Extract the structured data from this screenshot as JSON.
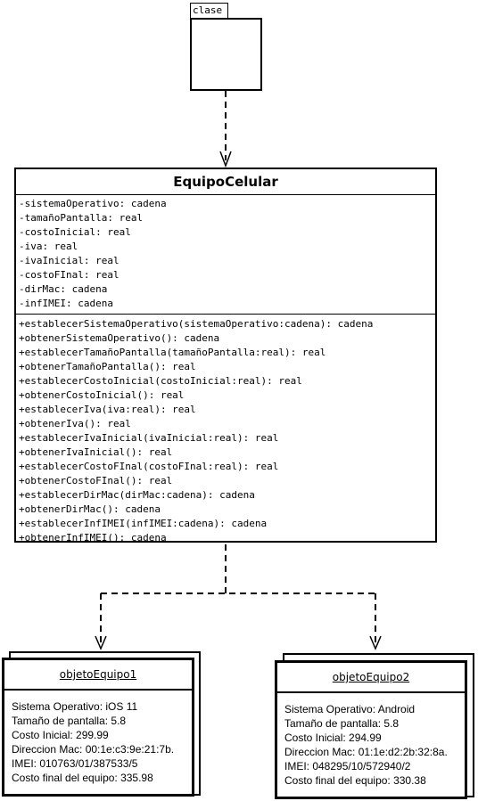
{
  "template": {
    "label": "clase"
  },
  "class": {
    "name": "EquipoCelular",
    "attributes": [
      "-sistemaOperativo: cadena",
      "-tamañoPantalla: real",
      "-costoInicial: real",
      "-iva: real",
      "-ivaInicial: real",
      "-costoFInal: real",
      "-dirMac: cadena",
      "-infIMEI: cadena"
    ],
    "methods": [
      "+establecerSistemaOperativo(sistemaOperativo:cadena): cadena",
      "+obtenerSistemaOperativo(): cadena",
      "+establecerTamañoPantalla(tamañoPantalla:real): real",
      "+obtenerTamañoPantalla(): real",
      "+establecerCostoInicial(costoInicial:real): real",
      "+obtenerCostoInicial(): real",
      "+establecerIva(iva:real): real",
      "+obtenerIva(): real",
      "+establecerIvaInicial(ivaInicial:real): real",
      "+obtenerIvaInicial(): real",
      "+establecerCostoFInal(costoFInal:real): real",
      "+obtenerCostoFInal(): real",
      "+establecerDirMac(dirMac:cadena): cadena",
      "+obtenerDirMac(): cadena",
      "+establecerInfIMEI(infIMEI:cadena): cadena",
      "+obtenerInfIMEI(): cadena"
    ]
  },
  "objects": [
    {
      "name": "objetoEquipo1",
      "lines": [
        "Sistema Operativo: iOS 11",
        "Tamaño de pantalla: 5.8",
        "Costo Inicial: 299.99",
        "Direccion Mac: 00:1e:c3:9e:21:7b.",
        "IMEI: 010763/01/387533/5",
        "Costo final del equipo: 335.98"
      ]
    },
    {
      "name": "objetoEquipo2",
      "lines": [
        "Sistema Operativo: Android",
        "Tamaño de pantalla: 5.8",
        "Costo Inicial: 294.99",
        "Direccion Mac: 01:1e:d2:2b:32:8a.",
        "IMEI: 048295/10/572940/2",
        "Costo final del equipo: 330.38"
      ]
    }
  ]
}
